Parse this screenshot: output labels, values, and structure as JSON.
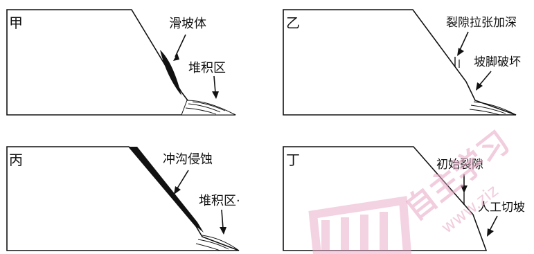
{
  "panels": {
    "a": {
      "label": "甲",
      "annotations": {
        "slide_body": "滑坡体",
        "deposit": "堆积区"
      }
    },
    "b": {
      "label": "乙",
      "annotations": {
        "crack": "裂隙拉张加深",
        "toe": "坡脚破坏"
      }
    },
    "c": {
      "label": "丙",
      "annotations": {
        "gully": "冲沟侵蚀",
        "deposit": "堆积区·"
      }
    },
    "d": {
      "label": "丁",
      "annotations": {
        "crack": "初始裂隙",
        "cut": "人工切坡"
      }
    }
  },
  "watermark": {
    "hanzi": "自主学习",
    "latin": "www.ziz"
  },
  "colors": {
    "line": "#111111",
    "watermark": "#e7a6c4"
  }
}
